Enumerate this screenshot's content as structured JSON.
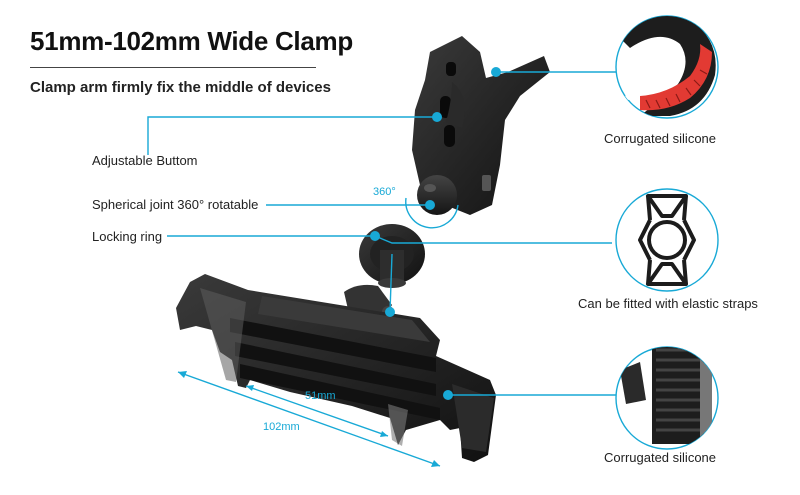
{
  "header": {
    "title": "51mm-102mm Wide Clamp",
    "subtitle": "Clamp arm firmly fix the middle of devices"
  },
  "callouts": {
    "adjustable": "Adjustable Buttom",
    "spherical": "Spherical joint 360° rotatable",
    "locking": "Locking ring",
    "corrugated_top": "Corrugated silicone",
    "elastic": "Can be fitted with elastic straps",
    "corrugated_bottom": "Corrugated silicone"
  },
  "dimensions": {
    "rotation": "360°",
    "inner_width": "51mm",
    "outer_width": "102mm"
  },
  "colors": {
    "accent": "#18a9d6",
    "silicone_red": "#e23a33",
    "product_black": "#1c1c1c"
  }
}
